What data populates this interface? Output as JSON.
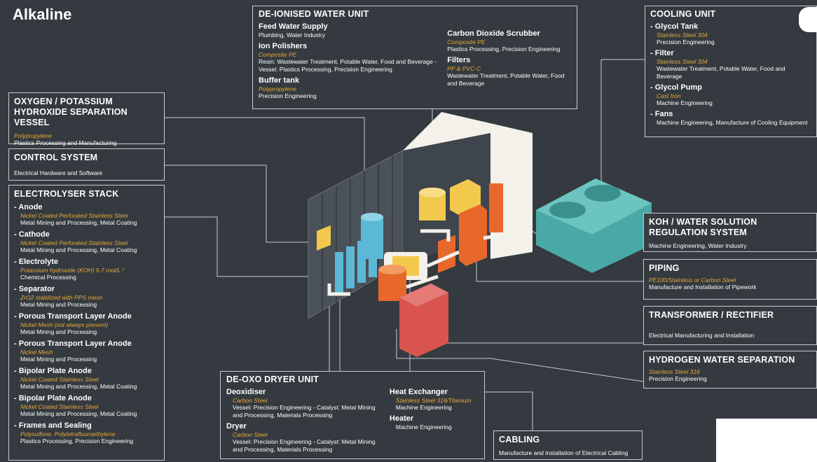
{
  "page_title": "Alkaline",
  "colors": {
    "background": "#343a40",
    "material": "#e8a93a",
    "border": "#c9ccd0",
    "orange": "#e8682b",
    "blue": "#5bb8d6",
    "teal": "#48a9a6",
    "yellow": "#f2c94c",
    "red": "#d9534f"
  },
  "deionised": {
    "title": "DE-IONISED WATER UNIT",
    "left": [
      {
        "name": "Feed Water Supply",
        "material": "",
        "use": "Plumbing, Water Industry"
      },
      {
        "name": "Ion Polishers",
        "material": "Composite PE",
        "use": "Resin: Wastewater Treatment, Potable Water, Food and Beverage - Vessel: Plastics Processing, Precision Engineering"
      },
      {
        "name": "Buffer tank",
        "material": "Polypropylene",
        "use": "Precision Engineering"
      }
    ],
    "right": [
      {
        "name": "Carbon Dioxide Scrubber",
        "material": "Composite PE",
        "use": "Plastics Processing, Precision Engineering"
      },
      {
        "name": "Filters",
        "material": "PP & PVC-C",
        "use": "Wastewater Treatment, Potable Water, Food and Beverage"
      }
    ]
  },
  "oxygen": {
    "title": "OXYGEN / POTASSIUM HYDROXIDE SEPARATION VESSEL",
    "material": "Polypropylene",
    "use": "Plastics Processing and Manufacturing"
  },
  "control": {
    "title": "CONTROL SYSTEM",
    "use": "Electrical Hardware and Software"
  },
  "stack": {
    "title": "ELECTROLYSER STACK",
    "items": [
      {
        "name": "Anode",
        "material": "Nickel Coated Perforated Stainless Steel",
        "use": "Metal Mining and Processing, Metal Coating"
      },
      {
        "name": "Cathode",
        "material": "Nickel Coated Perforated Stainless Steel",
        "use": "Metal Mining and Processing, Metal Coating"
      },
      {
        "name": "Electrolyte",
        "material": "Potassium hydroxide (KOH) 5-7 mol/L ¹",
        "use": "Chemical Processing"
      },
      {
        "name": "Separator",
        "material": "ZrO2 stabilized with PPS mesh",
        "use": "Metal Mining and Processing"
      },
      {
        "name": "Porous Transport Layer Anode",
        "material": "Nickel Mesh (not always present)",
        "use": "Metal Mining and Processing"
      },
      {
        "name": "Porous Transport Layer Anode",
        "material": "Nickel Mesh",
        "use": "Metal Mining and Processing"
      },
      {
        "name": "Bipolar Plate Anode",
        "material": "Nickel Coated Stainless Steel",
        "use": "Metal Mining and Processing, Metal Coating"
      },
      {
        "name": "Bipolar Plate Anode",
        "material": "Nickel Coated Stainless Steel",
        "use": "Metal Mining and Processing, Metal Coating"
      },
      {
        "name": "Frames and Sealing",
        "material": "Polysulfone, Polytetrafluoroethylene",
        "use": "Plastics Processing, Precision Engineering"
      }
    ]
  },
  "deoxo": {
    "title": "DE-OXO DRYER UNIT",
    "left": [
      {
        "name": "Deoxidiser",
        "material": "Carbon Steel",
        "use": "Vessel: Precision Engineering - Catalyst: Metal Mining and Processing, Materials Processing"
      },
      {
        "name": "Dryer",
        "material": "Carbon Steel",
        "use": "Vessel: Precision Engineering - Catalyst: Metal Mining and Processing, Materials Processing"
      }
    ],
    "right": [
      {
        "name": "Heat Exchanger",
        "material": "Stainless Steel 316/Titanium",
        "use": "Machine Engineering"
      },
      {
        "name": "Heater",
        "material": "",
        "use": "Machine Engineering"
      }
    ]
  },
  "cabling": {
    "title": "CABLING",
    "use": "Manufacture and Installation of Electrical Cabling"
  },
  "cooling": {
    "title": "COOLING UNIT",
    "items": [
      {
        "name": "Glycol Tank",
        "material": "Stainless Steel 304",
        "use": "Precision Engineering"
      },
      {
        "name": "Filter",
        "material": "Stainless Steel 304",
        "use": "Wastewater Treatment, Potable Water, Food and Beverage"
      },
      {
        "name": "Glycol Pump",
        "material": "Cast Iron",
        "use": "Machine Engineering"
      },
      {
        "name": "Fans",
        "material": "",
        "use": "Machine Engineering, Manufacture of Cooling Equipment"
      }
    ]
  },
  "koh": {
    "title": "KOH / WATER SOLUTION REGULATION SYSTEM",
    "use": "Machine Engineering, Water Industry"
  },
  "piping": {
    "title": "PIPING",
    "material": "PE100/Stainless or Carbon Steel",
    "use": "Manufacture and Installation of Pipework"
  },
  "transformer": {
    "title": "TRANSFORMER / RECTIFIER",
    "use": "Electrical Manufacturing and Installation"
  },
  "hydrogen": {
    "title": "HYDROGEN WATER SEPARATION",
    "material": "Stainless Steel 316",
    "use": "Precision Engineering"
  }
}
